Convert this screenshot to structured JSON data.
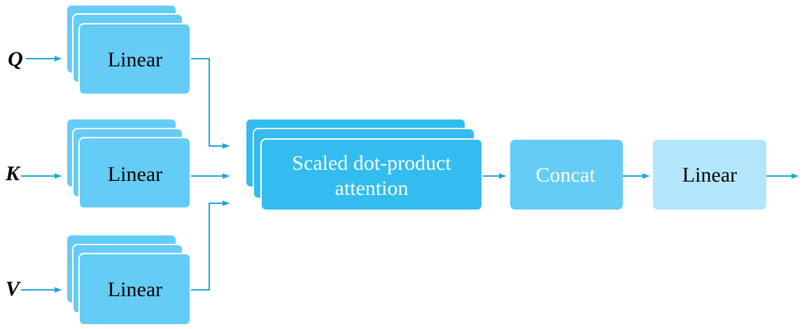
{
  "inputs": [
    {
      "label": "Q"
    },
    {
      "label": "K"
    },
    {
      "label": "V"
    }
  ],
  "linear_boxes": [
    {
      "label": "Linear"
    },
    {
      "label": "Linear"
    },
    {
      "label": "Linear"
    }
  ],
  "attention": {
    "line1": "Scaled dot-product",
    "line2": "attention"
  },
  "concat": {
    "label": "Concat"
  },
  "final_linear": {
    "label": "Linear"
  },
  "colors": {
    "linear_fill": "#65CCF5",
    "attention_fill": "#32BCEF",
    "concat_fill": "#65CCF5",
    "final_linear_fill": "#B3E6FA",
    "arrow": "#1AA5DF",
    "light_text": "#ffffff",
    "dark_text": "#000000"
  }
}
